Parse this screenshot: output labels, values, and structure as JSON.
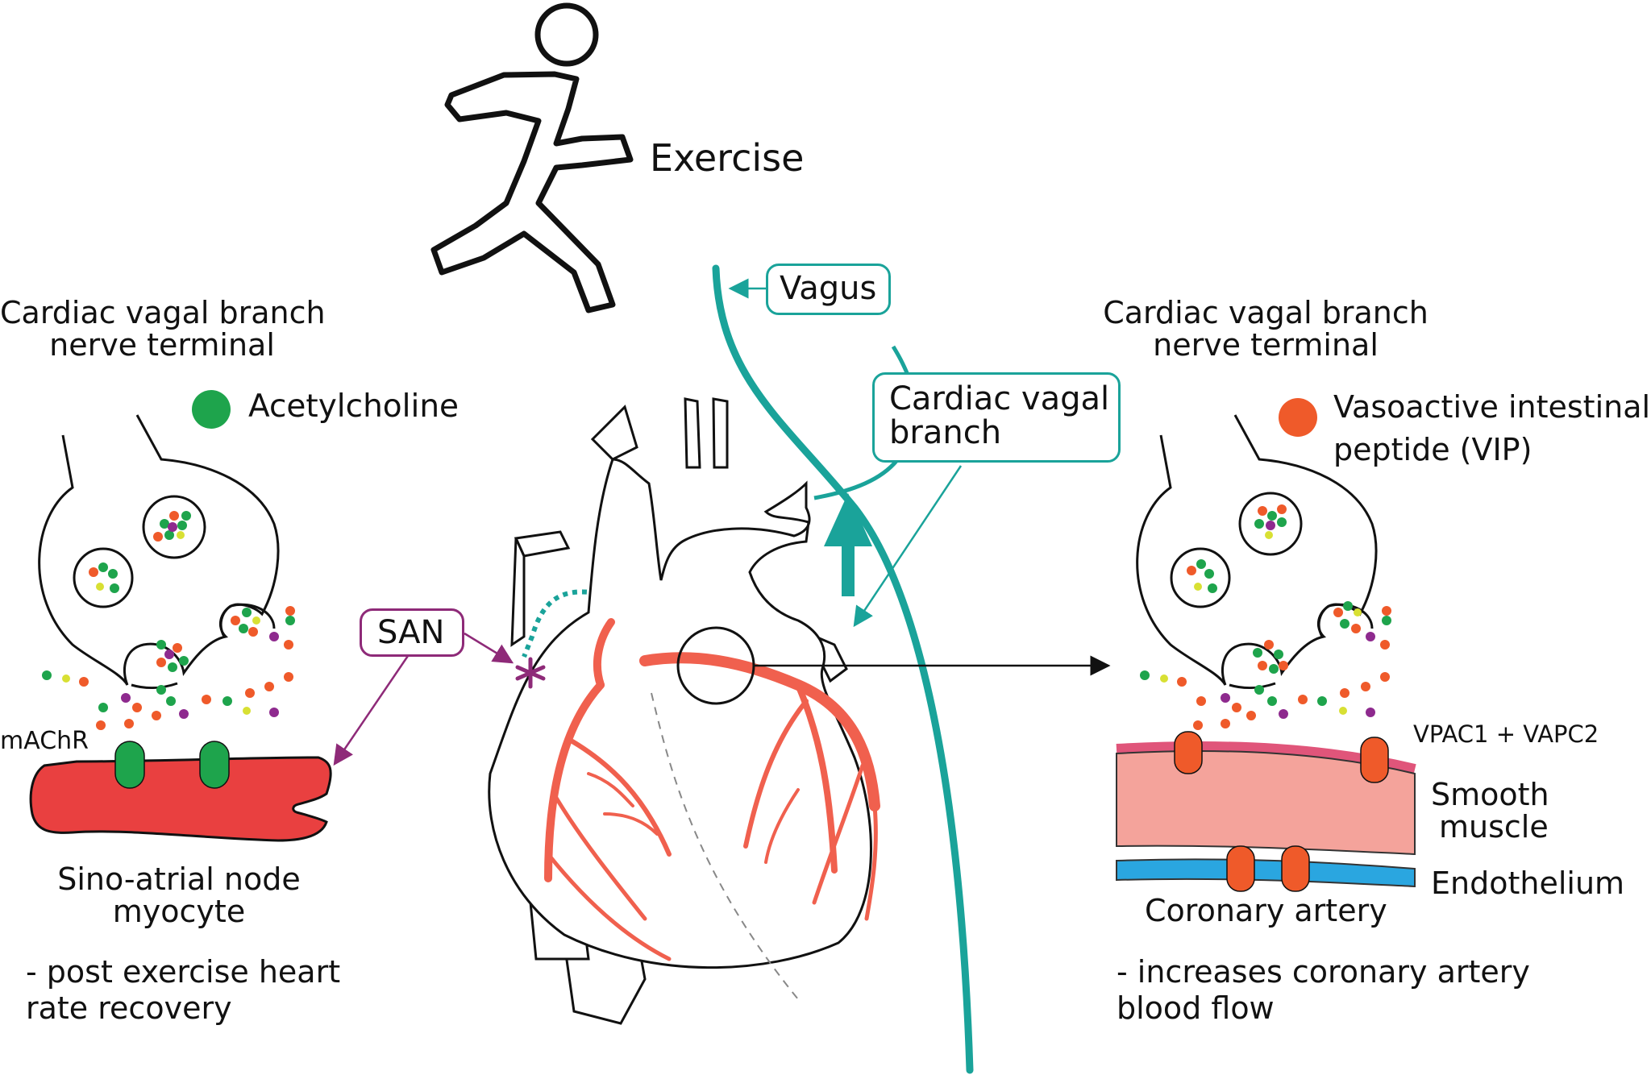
{
  "colors": {
    "nerve": "#1aa39a",
    "san": "#8e2a78",
    "artery": "#f0604e",
    "myocyte": "#e94040",
    "receptor_green": "#1ea44c",
    "receptor_orange": "#ef5a2a",
    "acetylcholine": "#1ea44c",
    "vip": "#ef5a2a",
    "smooth_muscle": "#f4a39b",
    "endothelium": "#2aa6e0"
  },
  "icons": {
    "exercise": "walking-person-icon",
    "heart": "heart-icon"
  },
  "exercise": {
    "label": "Exercise"
  },
  "vagus": {
    "label": "Vagus"
  },
  "cardiac_branch": {
    "line1": "Cardiac vagal",
    "line2": "branch"
  },
  "san": {
    "label": "SAN"
  },
  "left": {
    "title_line1": "Cardiac vagal branch",
    "title_line2": "nerve terminal",
    "legend": "Acetylcholine",
    "receptor": "mAChR",
    "cell_line1": "Sino-atrial node",
    "cell_line2": "myocyte",
    "effect_line1": "- post exercise heart",
    "effect_line2": "rate recovery"
  },
  "right": {
    "title_line1": "Cardiac vagal branch",
    "title_line2": "nerve terminal",
    "legend_line1": "Vasoactive intestinal",
    "legend_line2": "peptide (VIP)",
    "receptor": "VPAC1 + VAPC2",
    "layer1_line1": "Smooth",
    "layer1_line2": "muscle",
    "layer2": "Endothelium",
    "vessel": "Coronary artery",
    "effect_line1": "- increases coronary artery",
    "effect_line2": "blood flow"
  }
}
